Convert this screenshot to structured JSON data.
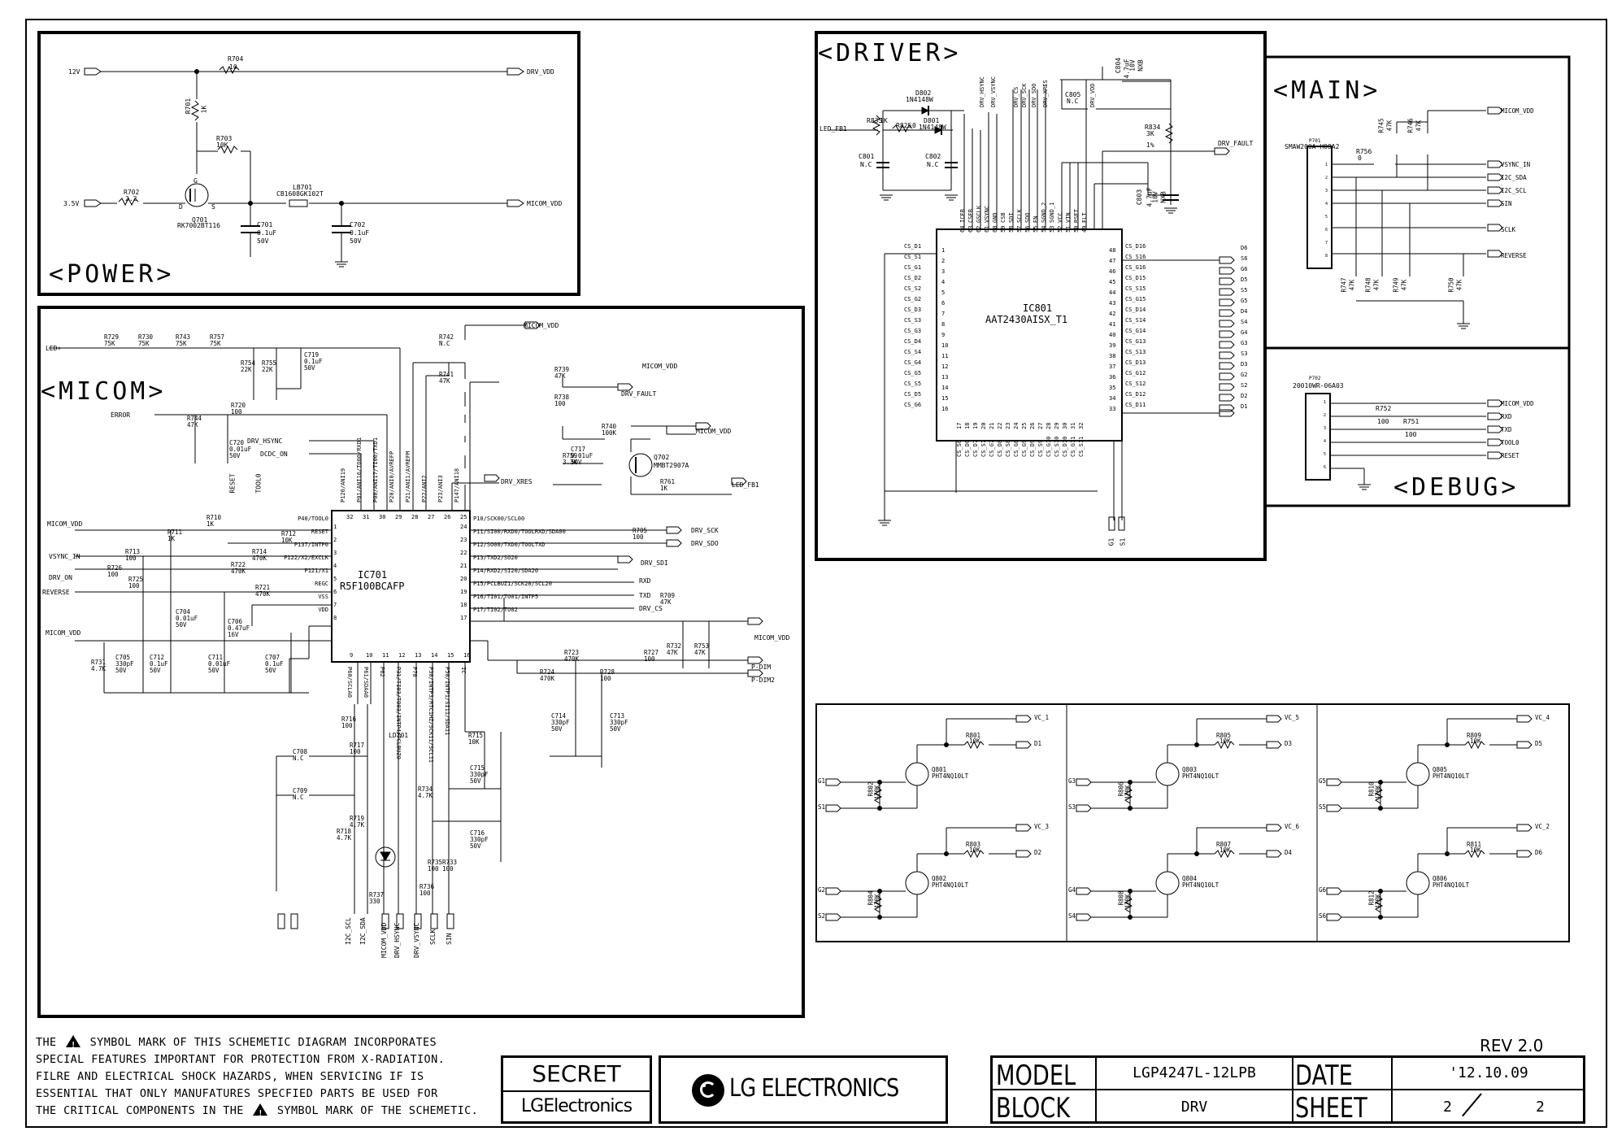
{
  "blocks": {
    "power": "<POWER>",
    "micom": "<MICOM>",
    "driver": "<DRIVER>",
    "main": "<MAIN>",
    "debug": "<DEBUG>"
  },
  "power": {
    "net_12v": "12V",
    "net_3v5": "3.5V",
    "drv_vdd": "DRV_VDD",
    "micom_vdd": "MICOM_VDD",
    "r704": "R704",
    "r704_val": "10",
    "r701": "R701",
    "r701_val": "1K",
    "r703": "R703",
    "r703_val": "10K",
    "r702": "R702",
    "r702_val": "2.2",
    "q701": "Q701",
    "q701_part": "RK7002BT116",
    "lb701": "LB701",
    "lb701_part": "CB1608GK102T",
    "c701": "C701",
    "c701_val": "0.1uF",
    "c701_v": "50V",
    "c702": "C702",
    "c702_val": "0.1uF",
    "c702_v": "50V",
    "pin_g": "G",
    "pin_d": "D",
    "pin_s": "S"
  },
  "micom": {
    "ic": "IC701",
    "ic_part": "R5F100BCAFP",
    "left_nets": [
      "LED+",
      "ERROR",
      "MICOM_VDD",
      "VSYNC_IN",
      "DRV_ON",
      "REVERSE",
      "MICOM_VDD"
    ],
    "mid_nets": [
      "DRV_HSYNC",
      "DCDC_ON",
      "RESET",
      "TOOL0"
    ],
    "resistors": [
      {
        "ref": "R729",
        "val": "75K"
      },
      {
        "ref": "R730",
        "val": "75K"
      },
      {
        "ref": "R743",
        "val": "75K"
      },
      {
        "ref": "R757",
        "val": "75K"
      },
      {
        "ref": "R754",
        "val": "22K"
      },
      {
        "ref": "R755",
        "val": "22K"
      },
      {
        "ref": "R720",
        "val": "100"
      },
      {
        "ref": "R744",
        "val": "47K"
      },
      {
        "ref": "R710",
        "val": "1K"
      },
      {
        "ref": "R711",
        "val": "1K"
      },
      {
        "ref": "R712",
        "val": "10K"
      },
      {
        "ref": "R713",
        "val": "100"
      },
      {
        "ref": "R714",
        "val": "470K"
      },
      {
        "ref": "R726",
        "val": "100"
      },
      {
        "ref": "R722",
        "val": "470K"
      },
      {
        "ref": "R725",
        "val": "100"
      },
      {
        "ref": "R721",
        "val": "470K"
      },
      {
        "ref": "R731",
        "val": "4.7K"
      },
      {
        "ref": "R742",
        "val": "N.C"
      },
      {
        "ref": "R741",
        "val": "47K"
      },
      {
        "ref": "R739",
        "val": "47K"
      },
      {
        "ref": "R738",
        "val": "100"
      },
      {
        "ref": "R740",
        "val": "100K"
      },
      {
        "ref": "R759",
        "val": "3.3K"
      },
      {
        "ref": "R761",
        "val": "1K"
      },
      {
        "ref": "R705",
        "val": "100"
      },
      {
        "ref": "R709",
        "val": "47K"
      },
      {
        "ref": "R727",
        "val": "100"
      },
      {
        "ref": "R732",
        "val": "47K"
      },
      {
        "ref": "R753",
        "val": "47K"
      },
      {
        "ref": "R723",
        "val": "470K"
      },
      {
        "ref": "R728",
        "val": "100"
      },
      {
        "ref": "R724",
        "val": "470K"
      },
      {
        "ref": "R716",
        "val": "100"
      },
      {
        "ref": "R717",
        "val": "100"
      },
      {
        "ref": "R715",
        "val": "10K"
      },
      {
        "ref": "R734",
        "val": "4.7K"
      },
      {
        "ref": "R718",
        "val": "4.7K"
      },
      {
        "ref": "R719",
        "val": "4.7K"
      },
      {
        "ref": "R737",
        "val": "330"
      },
      {
        "ref": "R736",
        "val": "100"
      },
      {
        "ref": "R735",
        "val": "100"
      },
      {
        "ref": "R733",
        "val": "100"
      }
    ],
    "caps": [
      {
        "ref": "C719",
        "val": "0.1uF",
        "v": "50V"
      },
      {
        "ref": "C717",
        "val": "0.01uF",
        "v": "50V"
      },
      {
        "ref": "C720",
        "val": "0.01uF",
        "v": "50V"
      },
      {
        "ref": "C705",
        "val": "330pF",
        "v": "50V"
      },
      {
        "ref": "C712",
        "val": "0.1uF",
        "v": "50V"
      },
      {
        "ref": "C704",
        "val": "0.01uF",
        "v": "50V"
      },
      {
        "ref": "C711",
        "val": "0.01uF",
        "v": "50V"
      },
      {
        "ref": "C706",
        "val": "0.47uF",
        "v": "16V"
      },
      {
        "ref": "C707",
        "val": "0.1uF",
        "v": "50V"
      },
      {
        "ref": "C714",
        "val": "330pF",
        "v": "50V"
      },
      {
        "ref": "C713",
        "val": "330pF",
        "v": "50V"
      },
      {
        "ref": "C708",
        "val": "N.C"
      },
      {
        "ref": "C709",
        "val": "N.C"
      },
      {
        "ref": "C715",
        "val": "330pF",
        "v": "50V"
      },
      {
        "ref": "C716",
        "val": "330pF",
        "v": "50V"
      }
    ],
    "q702": "Q702",
    "q702_part": "MMBT2907A",
    "ld701": "LD701",
    "right_nets": [
      "MICOM_VDD",
      "MICOM_VDD",
      "DRV_FAULT",
      "MICOM_VDD",
      "LED_FB1",
      "DRV_XRES",
      "DRV_SCK",
      "DRV_SDO",
      "DRV_SDI",
      "RXD",
      "TXD",
      "DRV_CS",
      "MICOM_VDD",
      "P-DIM",
      "P-DIM2"
    ],
    "bottom_nets": [
      "I2C_SCL",
      "I2C_SDA",
      "MICOM_VDD",
      "DRV_HSYNC",
      "DRV_VSYNC",
      "SCLK",
      "SIN"
    ],
    "left_pins": [
      {
        "n": "1",
        "name": "P40/TOOL0"
      },
      {
        "n": "2",
        "name": "RESET"
      },
      {
        "n": "3",
        "name": "P137/INTP0"
      },
      {
        "n": "4",
        "name": "P122/X2/EXCLK"
      },
      {
        "n": "5",
        "name": "P121/X1"
      },
      {
        "n": "6",
        "name": "REGC"
      },
      {
        "n": "7",
        "name": "VSS"
      },
      {
        "n": "8",
        "name": "VDD"
      }
    ],
    "right_pins": [
      {
        "n": "24",
        "name": "P10/SCK00/SCL00"
      },
      {
        "n": "23",
        "name": "P11/SI00/RXD0/TOOLRXD/SDA00"
      },
      {
        "n": "22",
        "name": "P12/SO00/TXD0/TOOLTXD"
      },
      {
        "n": "21",
        "name": "P13/TXD2/SO20"
      },
      {
        "n": "20",
        "name": "P14/RXD2/SI20/SDA20"
      },
      {
        "n": "19",
        "name": "P15/PCLBUZ1/SCK20/SCL20"
      },
      {
        "n": "18",
        "name": "P16/TI01/TO01/INTP5"
      },
      {
        "n": "17",
        "name": "P17/TI02/TO02"
      }
    ],
    "top_pins": [
      {
        "n": "32",
        "name": "P120/ANI19"
      },
      {
        "n": "31",
        "name": "P01/ANI16/TO00/RXD1"
      },
      {
        "n": "30",
        "name": "P00/ANI17/TI00/TXD1"
      },
      {
        "n": "29",
        "name": "P20/ANI0/AVREFP"
      },
      {
        "n": "28",
        "name": "P21/ANI1/AVREFM"
      },
      {
        "n": "27",
        "name": "P22/ANI2"
      },
      {
        "n": "26",
        "name": "P23/ANI3"
      },
      {
        "n": "25",
        "name": "P147/ANI18"
      }
    ],
    "bottom_pins": [
      {
        "n": "9",
        "name": "P60/SCLA0"
      },
      {
        "n": "10",
        "name": "P61/SDAA0"
      },
      {
        "n": "11",
        "name": "P62"
      },
      {
        "n": "12",
        "name": "P31/TI03/TO03/INTP4/PCLBUZ0"
      },
      {
        "n": "13",
        "name": "P70"
      },
      {
        "n": "14",
        "name": "P30/INTP3/RTC1HZ/SCK11/SCL11"
      },
      {
        "n": "15",
        "name": "P50/INTP1/SI11/SDA11"
      },
      {
        "n": "16",
        "name": "IC"
      }
    ]
  },
  "driver": {
    "ic": "IC801",
    "ic_part": "AAT2430AISX_T1",
    "top_nets": [
      "DRV_HSYNC",
      "DRV_VSYNC",
      "DRV_CS",
      "DRV_SCK",
      "DRV_SDO",
      "DRV_XRES",
      "DRV_VDD"
    ],
    "led_fb": "LED_FB1",
    "drv_fault": "DRV_FAULT",
    "d802": "D802",
    "d802_part": "1N4148W",
    "d801": "D801",
    "d801_part": "1N4148W",
    "r835": "R835",
    "r835_val": "1K",
    "r825": "R825",
    "r825_val": "0",
    "r834": "R834",
    "r834_val": "3K",
    "r834_tol": "1%",
    "c801": "C801",
    "c801_val": "N.C",
    "c802": "C802",
    "c802_val": "N.C",
    "c805": "C805",
    "c805_val": "N.C",
    "c804": "C804",
    "c804_val": "4.7uF",
    "c804_v": "10V",
    "c804_d": "NXB",
    "c803": "C803",
    "c803_val": "4.7uF",
    "c803_v": "10V",
    "c803_d": "NXB",
    "top_pins": [
      {
        "n": "64",
        "name": "ICFB"
      },
      {
        "n": "63",
        "name": "CSFB"
      },
      {
        "n": "62",
        "name": "GSCLK"
      },
      {
        "n": "61",
        "name": "VSYNC"
      },
      {
        "n": "60",
        "name": "GND"
      },
      {
        "n": "59",
        "name": "CSB"
      },
      {
        "n": "58",
        "name": "SDI"
      },
      {
        "n": "57",
        "name": "SCLK"
      },
      {
        "n": "56",
        "name": "SDO"
      },
      {
        "n": "55",
        "name": "EN"
      },
      {
        "n": "54",
        "name": "SGND_2"
      },
      {
        "n": "53",
        "name": "SGND_1"
      },
      {
        "n": "52",
        "name": "VCC"
      },
      {
        "n": "51",
        "name": "VIN"
      },
      {
        "n": "50",
        "name": "RSET"
      },
      {
        "n": "49",
        "name": "FLT"
      }
    ],
    "left_pins": [
      {
        "n": "1",
        "name": "CS_D1"
      },
      {
        "n": "2",
        "name": "CS_S1"
      },
      {
        "n": "3",
        "name": "CS_G1"
      },
      {
        "n": "4",
        "name": "CS_D2"
      },
      {
        "n": "5",
        "name": "CS_S2"
      },
      {
        "n": "6",
        "name": "CS_G2"
      },
      {
        "n": "7",
        "name": "CS_D3"
      },
      {
        "n": "8",
        "name": "CS_S3"
      },
      {
        "n": "9",
        "name": "CS_G3"
      },
      {
        "n": "10",
        "name": "CS_D4"
      },
      {
        "n": "11",
        "name": "CS_S4"
      },
      {
        "n": "12",
        "name": "CS_G4"
      },
      {
        "n": "13",
        "name": "CS_G5"
      },
      {
        "n": "14",
        "name": "CS_S5"
      },
      {
        "n": "15",
        "name": "CS_D5"
      },
      {
        "n": "16",
        "name": "CS_G6"
      }
    ],
    "right_pins": [
      {
        "n": "48",
        "name": "CS_D16",
        "net": "D6"
      },
      {
        "n": "47",
        "name": "CS_S16",
        "net": "S6"
      },
      {
        "n": "46",
        "name": "CS_G16",
        "net": "G6"
      },
      {
        "n": "45",
        "name": "CS_D15",
        "net": "D5"
      },
      {
        "n": "44",
        "name": "CS_S15",
        "net": "S5"
      },
      {
        "n": "43",
        "name": "CS_G15",
        "net": "G5"
      },
      {
        "n": "42",
        "name": "CS_D14",
        "net": "D4"
      },
      {
        "n": "41",
        "name": "CS_S14",
        "net": "S4"
      },
      {
        "n": "40",
        "name": "CS_G14",
        "net": "G4"
      },
      {
        "n": "39",
        "name": "CS_G13",
        "net": "G3"
      },
      {
        "n": "38",
        "name": "CS_S13",
        "net": "S3"
      },
      {
        "n": "37",
        "name": "CS_D13",
        "net": "D3"
      },
      {
        "n": "36",
        "name": "CS_G12",
        "net": "G2"
      },
      {
        "n": "35",
        "name": "CS_S12",
        "net": "S2"
      },
      {
        "n": "34",
        "name": "CS_D12",
        "net": "D2"
      },
      {
        "n": "33",
        "name": "CS_D11",
        "net": "D1"
      }
    ],
    "bottom_pins": [
      {
        "n": "17",
        "name": "CS_S6"
      },
      {
        "n": "18",
        "name": "CS_D6"
      },
      {
        "n": "19",
        "name": "CS_D7"
      },
      {
        "n": "20",
        "name": "CS_S7"
      },
      {
        "n": "21",
        "name": "CS_G7"
      },
      {
        "n": "22",
        "name": "CS_D8"
      },
      {
        "n": "23",
        "name": "CS_S8"
      },
      {
        "n": "24",
        "name": "CS_G8"
      },
      {
        "n": "25",
        "name": "CS_G9"
      },
      {
        "n": "26",
        "name": "CS_D9"
      },
      {
        "n": "27",
        "name": "CS_S9"
      },
      {
        "n": "28",
        "name": "CS_G10"
      },
      {
        "n": "29",
        "name": "CS_S10"
      },
      {
        "n": "30",
        "name": "CS_D10"
      },
      {
        "n": "31",
        "name": "CS_G11"
      },
      {
        "n": "32",
        "name": "CS_S11"
      }
    ],
    "bottom_nets": [
      "G1",
      "S1"
    ]
  },
  "main": {
    "connector": "P701",
    "connector_part": "SMAW200A-H08A2",
    "r756": "R756",
    "r756_val": "0",
    "top_res": [
      {
        "ref": "R745",
        "val": "47K"
      },
      {
        "ref": "R746",
        "val": "47K"
      }
    ],
    "bottom_res": [
      {
        "ref": "R747",
        "val": "47K"
      },
      {
        "ref": "R748",
        "val": "47K"
      },
      {
        "ref": "R749",
        "val": "47K"
      },
      {
        "ref": "R750",
        "val": "47K"
      }
    ],
    "nets": [
      "MICOM_VDD",
      "VSYNC_IN",
      "I2C_SDA",
      "I2C_SCL",
      "SIN",
      "SCLK",
      "REVERSE"
    ],
    "pin_numbers": [
      "1",
      "2",
      "3",
      "4",
      "5",
      "6",
      "7",
      "8"
    ]
  },
  "debug": {
    "connector": "P702",
    "connector_part": "20010WR-06A03",
    "r752": "R752",
    "r752_val": "100",
    "r751": "R751",
    "r751_val": "100",
    "nets": [
      "MICOM_VDD",
      "RXD",
      "TXD",
      "TOOL0",
      "RESET"
    ],
    "pin_numbers": [
      "1",
      "2",
      "3",
      "4",
      "5",
      "6"
    ]
  },
  "mosfets": [
    {
      "q": "Q801",
      "part": "PHT4NQ10LT",
      "r_d": "R801",
      "r_d_val": "10K",
      "r_gs": "R802",
      "r_gs_val": "470K",
      "vc": "VC_1",
      "d": "D1",
      "g": "G1",
      "s": "S1"
    },
    {
      "q": "Q802",
      "part": "PHT4NQ10LT",
      "r_d": "R803",
      "r_d_val": "10K",
      "r_gs": "R804",
      "r_gs_val": "470K",
      "vc": "VC_3",
      "d": "D2",
      "g": "G2",
      "s": "S2"
    },
    {
      "q": "Q803",
      "part": "PHT4NQ10LT",
      "r_d": "R805",
      "r_d_val": "10K",
      "r_gs": "R806",
      "r_gs_val": "470K",
      "vc": "VC_5",
      "d": "D3",
      "g": "G3",
      "s": "S3"
    },
    {
      "q": "Q804",
      "part": "PHT4NQ10LT",
      "r_d": "R807",
      "r_d_val": "10K",
      "r_gs": "R808",
      "r_gs_val": "470K",
      "vc": "VC_6",
      "d": "D4",
      "g": "G4",
      "s": "S4"
    },
    {
      "q": "Q805",
      "part": "PHT4NQ10LT",
      "r_d": "R809",
      "r_d_val": "10K",
      "r_gs": "R810",
      "r_gs_val": "470K",
      "vc": "VC_4",
      "d": "D5",
      "g": "G5",
      "s": "S5"
    },
    {
      "q": "Q806",
      "part": "PHT4NQ10LT",
      "r_d": "R811",
      "r_d_val": "10K",
      "r_gs": "R812",
      "r_gs_val": "470K",
      "vc": "VC_2",
      "d": "D6",
      "g": "G6",
      "s": "S6"
    }
  ],
  "notice": {
    "line1a": "THE",
    "line1b": "SYMBOL MARK OF THIS SCHEMETIC DIAGRAM INCORPORATES",
    "line2": "SPECIAL FEATURES IMPORTANT FOR PROTECTION FROM X-RADIATION.",
    "line3": "FILRE AND ELECTRICAL SHOCK HAZARDS, WHEN SERVICING IF IS",
    "line4": "ESSENTIAL THAT ONLY MANUFATURES SPECFIED PARTS BE USED FOR",
    "line5a": "THE CRITICAL COMPONENTS IN THE",
    "line5b": "SYMBOL MARK OF THE SCHEMETIC."
  },
  "titleblock": {
    "secret": "SECRET",
    "company_small": "LGElectronics",
    "company_logo": "LG ELECTRONICS",
    "rev": "REV 2.0",
    "model_label": "MODEL",
    "model_value": "LGP4247L-12LPB",
    "date_label": "DATE",
    "date_value": "'12.10.09",
    "block_label": "BLOCK",
    "block_value": "DRV",
    "sheet_label": "SHEET",
    "sheet_value": "2",
    "sheet_total": "2"
  }
}
